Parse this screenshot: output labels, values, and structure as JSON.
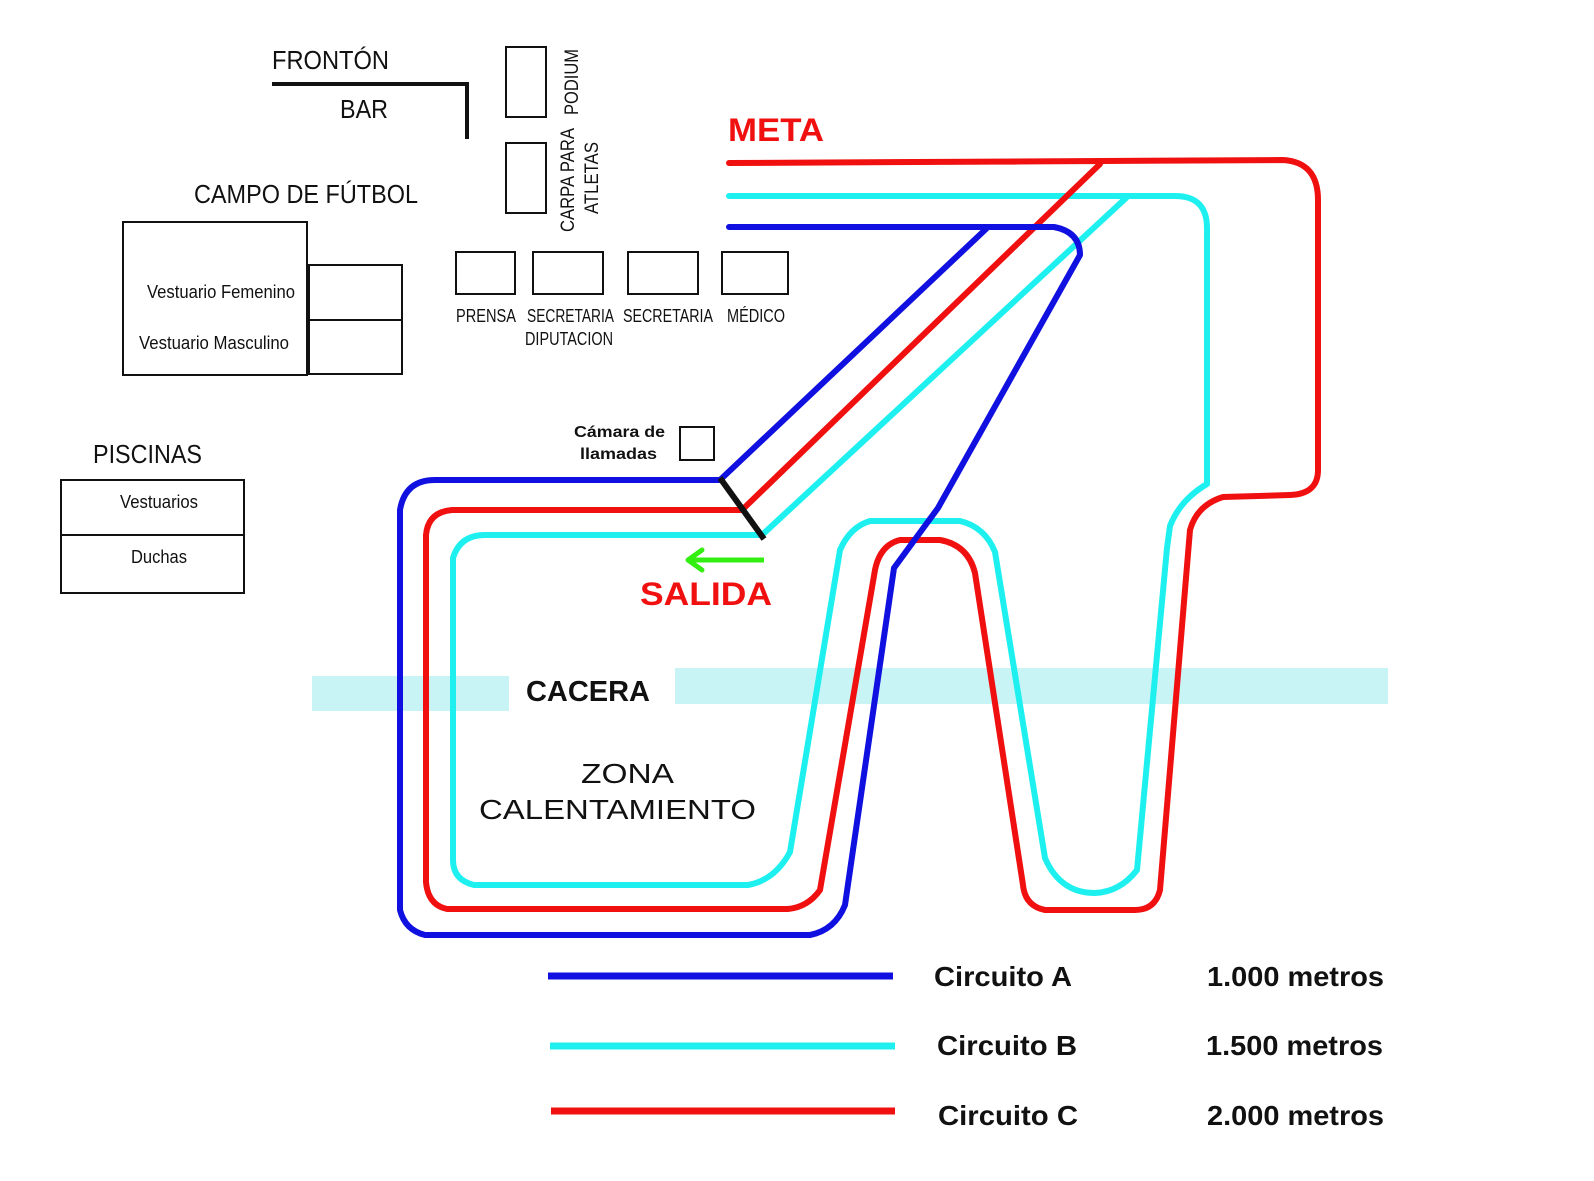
{
  "labels": {
    "fronton": "FRONTÓN",
    "bar": "BAR",
    "podium": "PODIUM",
    "carpa_line1": "CARPA PARA",
    "carpa_line2": "ATLETAS",
    "campo_futbol": "CAMPO DE FÚTBOL",
    "vestuario_femenino": "Vestuario Femenino",
    "vestuario_masculino": "Vestuario Masculino",
    "prensa": "PRENSA",
    "secretaria_diputacion_line1": "SECRETARIA",
    "secretaria_diputacion_line2": "DIPUTACION",
    "secretaria": "SECRETARIA",
    "medico": "MÉDICO",
    "piscinas": "PISCINAS",
    "vestuarios": "Vestuarios",
    "duchas": "Duchas",
    "camara_line1": "Cámara de",
    "camara_line2": "llamadas",
    "meta": "META",
    "salida": "SALIDA",
    "cacera": "CACERA",
    "zona_line1": "ZONA",
    "zona_line2": "CALENTAMIENTO"
  },
  "legend": [
    {
      "name": "Circuito A",
      "distance": "1.000 metros",
      "color": "#1010e0"
    },
    {
      "name": "Circuito B",
      "distance": "1.500 metros",
      "color": "#1ef0f0"
    },
    {
      "name": "Circuito C",
      "distance": "2.000 metros",
      "color": "#f01010"
    }
  ],
  "colors": {
    "circuit_a": "#1010e0",
    "circuit_b": "#1ef0f0",
    "circuit_c": "#f01010",
    "cacera": "#c8f4f6",
    "salida_arrow": "#33ee11",
    "meta_text": "#f01010",
    "salida_text": "#f01010"
  }
}
